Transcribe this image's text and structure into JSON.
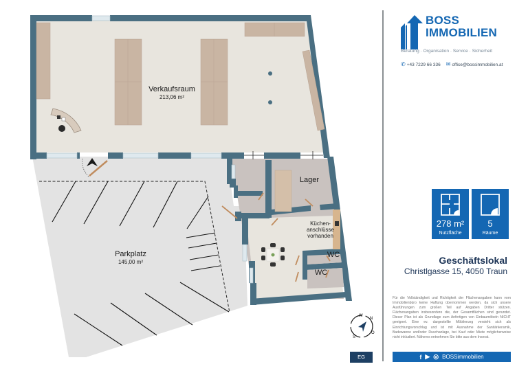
{
  "floorplan": {
    "rooms": [
      {
        "name": "Verkaufsraum",
        "area": "213,06 m²"
      },
      {
        "name": "Lager",
        "area": ""
      },
      {
        "name": "Küchen-",
        "area": ""
      },
      {
        "name": "anschlüsse",
        "area": ""
      },
      {
        "name": "vorhanden",
        "area": ""
      },
      {
        "name": "WC",
        "area": ""
      },
      {
        "name": "WC",
        "area": ""
      },
      {
        "name": "Parkplatz",
        "area": "145,00 m²"
      }
    ],
    "floor_label": "EG",
    "compass": {
      "n": "N",
      "o": "O",
      "s": "S",
      "w": "W"
    },
    "colors": {
      "wall": "#4a6f82",
      "floor": "#e8e5de",
      "room_grey": "#c9c2bf",
      "furniture": "#c9b5a3",
      "parking": "#e3e3e3"
    }
  },
  "brand": {
    "name_line1": "BOSS",
    "name_line2": "IMMOBILIEN",
    "tagline": "Beratung · Organisation · Service · Sicherheit",
    "phone": "+43 7229 66 336",
    "email": "office@bossimmobilien.at",
    "color": "#1467b3"
  },
  "stats": [
    {
      "value": "278 m²",
      "label": "Nutzfläche",
      "icon": "floorplan-icon"
    },
    {
      "value": "5",
      "label": "Räume",
      "icon": "room-icon"
    }
  ],
  "property": {
    "type": "Geschäftslokal",
    "address": "Christlgasse 15, 4050 Traun"
  },
  "disclaimer": "Für die Vollständigkeit und Richtigkeit der Flächenangaben kann vom Immobilienbüro keine Haftung übernommen werden, da sich unsere Ausführungen zum großen Teil auf Angaben Dritter stützen. Flächenangaben insbesondere die, der Gesamtflächen sind gerundet. Dieser Plan ist als Grundlage zum Anfertigen von Einbaumöbeln NICHT geeignet. Eine ev. dargestellte Möblierung versteht sich als Einrichtungsvorschlag und ist mit Ausnahme der Sanitärkeramik, Badewanne und/oder Duschanlage, bei Kauf oder Miete möglicherweise nicht inkludiert. Näheres entnehmen Sie bitte aus dem Inserat.",
  "social": {
    "handle": "BOSSimmobilien",
    "icons": [
      "facebook-icon",
      "youtube-icon",
      "instagram-icon"
    ]
  }
}
